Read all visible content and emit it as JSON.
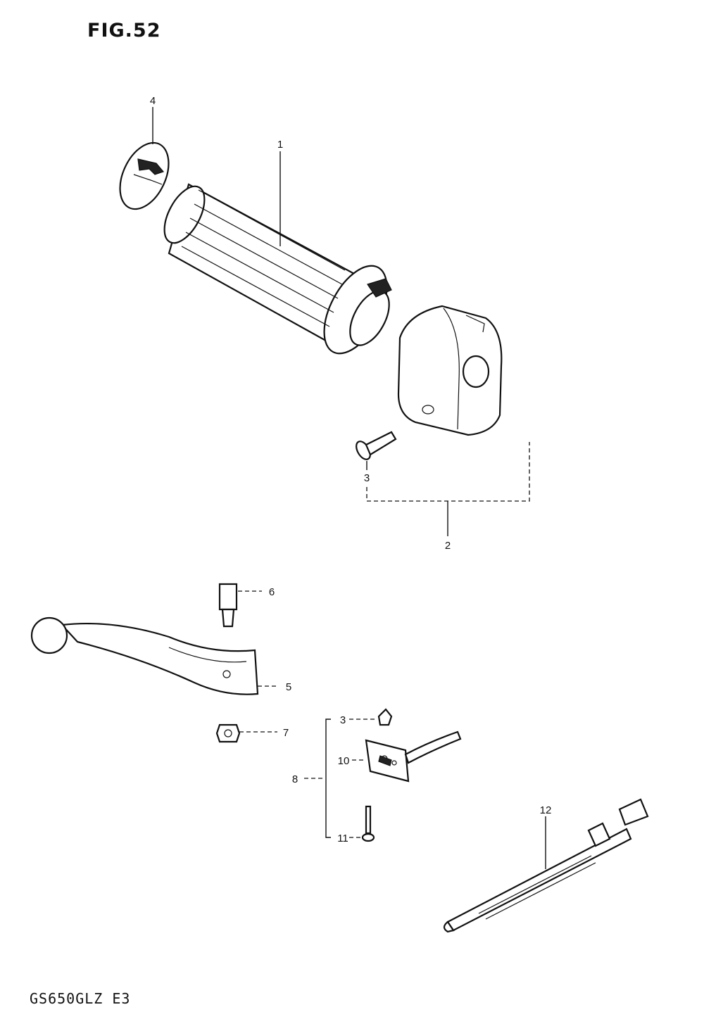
{
  "figure": {
    "title": "FIG.52",
    "model_code": "GS650GLZ E3"
  },
  "callouts": {
    "c1": "1",
    "c2": "2",
    "c3": "3",
    "c3b": "3",
    "c4": "4",
    "c5": "5",
    "c6": "6",
    "c7": "7",
    "c8": "8",
    "c10": "10",
    "c11": "11",
    "c12": "12"
  },
  "parts": [
    {
      "ref": "1",
      "icon": "handlebar-grip-icon"
    },
    {
      "ref": "2",
      "icon": "switch-housing-icon"
    },
    {
      "ref": "3",
      "icon": "screw-icon"
    },
    {
      "ref": "4",
      "icon": "grip-end-cap-icon"
    },
    {
      "ref": "5",
      "icon": "clutch-lever-icon"
    },
    {
      "ref": "6",
      "icon": "pivot-bolt-icon"
    },
    {
      "ref": "7",
      "icon": "nut-icon"
    },
    {
      "ref": "8",
      "icon": "switch-assembly-bracket-icon"
    },
    {
      "ref": "10",
      "icon": "lever-switch-icon"
    },
    {
      "ref": "11",
      "icon": "switch-screw-icon"
    },
    {
      "ref": "12",
      "icon": "cable-tie-icon"
    }
  ],
  "colors": {
    "ink": "#111111",
    "paper": "#ffffff"
  }
}
